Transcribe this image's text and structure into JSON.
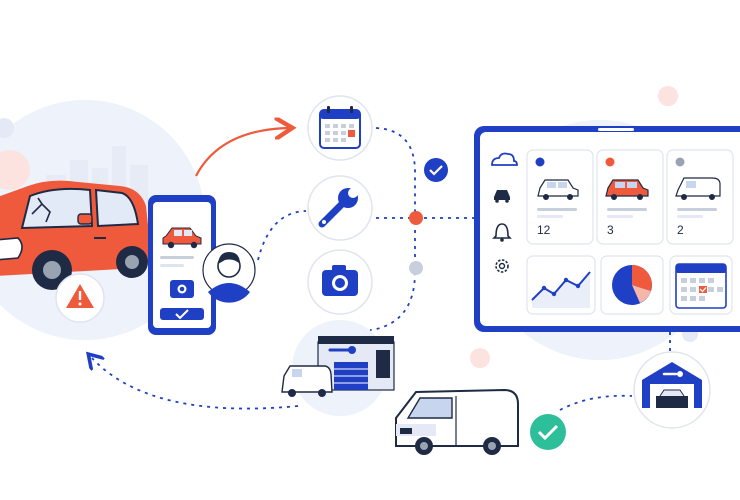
{
  "colors": {
    "brand_blue": "#1f3fc4",
    "accent_red": "#ef5a3c",
    "check_green": "#2dbf9a",
    "light_blue_bg": "#e9eef8",
    "soft_pink": "#fde3df",
    "gray": "#9aa3b2"
  },
  "icons": {
    "cloud": "cloud-icon",
    "car": "car-icon",
    "bell": "bell-icon",
    "settings": "gear-icon",
    "calendar": "calendar-icon",
    "wrench": "wrench-icon",
    "camera": "camera-icon",
    "check": "check-icon",
    "warning": "warning-icon",
    "garage": "garage-icon"
  },
  "dashboard": {
    "cards": [
      {
        "color": "#1f3fc4",
        "count": "12"
      },
      {
        "color": "#ef5a3c",
        "count": "3"
      },
      {
        "color": "#9aa3b2",
        "count": "2"
      }
    ]
  }
}
